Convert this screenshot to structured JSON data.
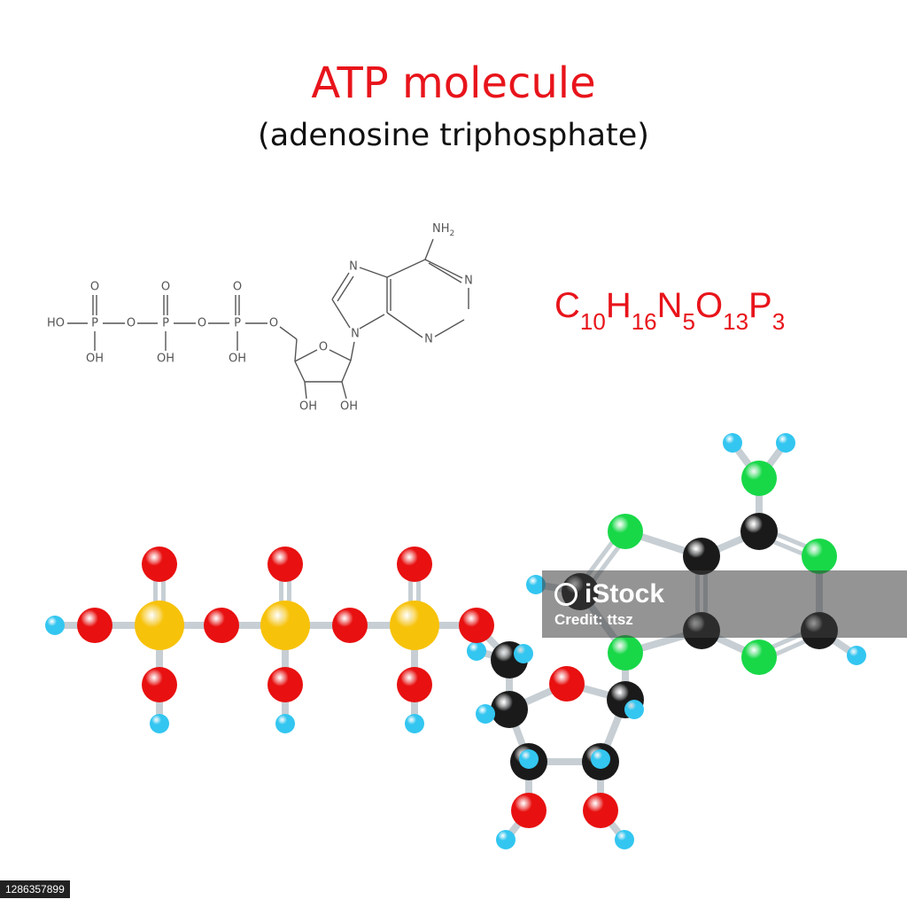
{
  "title": "ATP molecule",
  "subtitle": "(adenosine triphosphate)",
  "formula": {
    "parts": [
      {
        "el": "C",
        "n": "10"
      },
      {
        "el": "H",
        "n": "16"
      },
      {
        "el": "N",
        "n": "5"
      },
      {
        "el": "O",
        "n": "13"
      },
      {
        "el": "P",
        "n": "3"
      }
    ]
  },
  "structural_labels": {
    "nh2_n": "N",
    "nh2_h": "H",
    "nh2_sub": "2",
    "n": "N",
    "o": "O",
    "p": "P",
    "ho": "HO",
    "oh": "OH"
  },
  "colors": {
    "oxygen": "#e81010",
    "phosphorus": "#f7c20a",
    "nitrogen": "#18d848",
    "carbon": "#1a1a1a",
    "hydrogen": "#33c6f0",
    "bond": "#b8c2c8",
    "structural": "#555555"
  },
  "watermark": {
    "brand": "iStock",
    "credit": "Credit: ttsz"
  },
  "stock_id": "1286357899"
}
